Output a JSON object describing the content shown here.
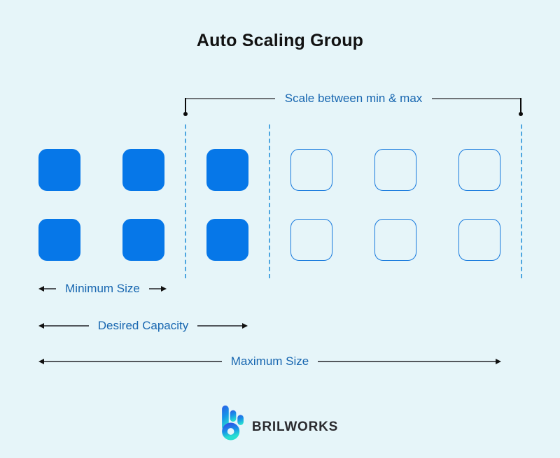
{
  "diagram": {
    "title": "Auto Scaling Group",
    "scale_between_label": "Scale between min & max",
    "arrow_labels": {
      "minimum": "Minimum Size",
      "desired": "Desired Capacity",
      "maximum": "Maximum Size"
    },
    "grid": {
      "rows": 2,
      "filled_columns": 3,
      "outlined_columns": 3
    },
    "colors": {
      "background": "#e6f5f9",
      "instance_fill": "#0677e8",
      "instance_outline_border": "#1679dd",
      "boundary_dash": "#4da6e0",
      "label_text": "#1766b0",
      "arrow_line": "#53575c",
      "title_text": "#121212",
      "logo_gradient_top": "#2b5ce6",
      "logo_gradient_bottom": "#27ded1"
    },
    "logo": {
      "brand": "BRILWORKS",
      "icon": "brilworks-b-icon"
    }
  }
}
